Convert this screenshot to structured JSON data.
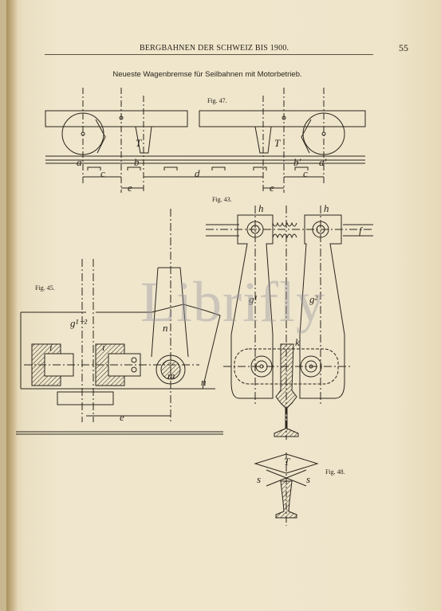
{
  "page": {
    "running_head": "BERGBAHNEN DER SCHWEIZ BIS 1900.",
    "page_number": "55",
    "caption": "Neueste Wagenbremse für Seilbahnen mit Motorbetrieb.",
    "watermark": "Librifly"
  },
  "figures": {
    "fig47": "Fig. 47.",
    "fig43": "Fig. 43.",
    "fig45": "Fig. 45.",
    "fig48": "Fig. 48."
  },
  "labels": {
    "T": "T",
    "a": "a",
    "b": "b",
    "c": "c",
    "d": "d",
    "e": "e",
    "b_prime": "b'",
    "a_prime": "a'",
    "h": "h",
    "f": "f",
    "g1": "g¹",
    "g2": "g²",
    "k": "k",
    "g12": "g¹⁻²",
    "i": "i",
    "n": "n",
    "m": "m",
    "s": "s"
  }
}
